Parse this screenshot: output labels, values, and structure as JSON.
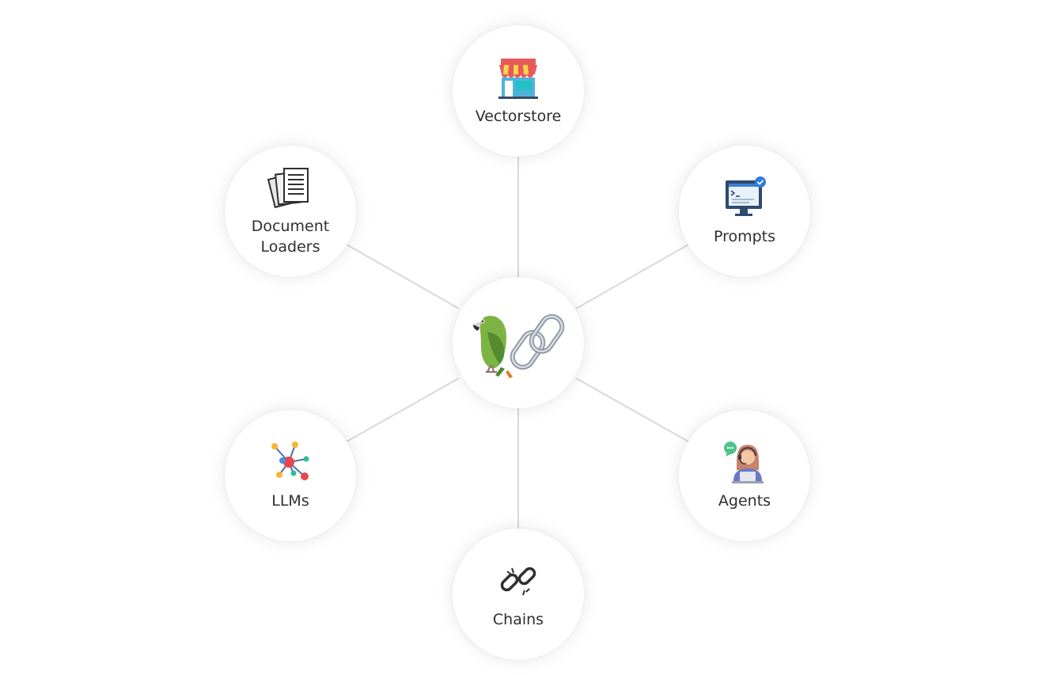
{
  "diagram": {
    "hub": {
      "icons": [
        "parrot-icon",
        "chain-link-icon"
      ]
    },
    "nodes": [
      {
        "id": "vectorstore",
        "label": "Vectorstore",
        "icon": "storefront-icon"
      },
      {
        "id": "document-loaders",
        "label": "Document\nLoaders",
        "icon": "documents-icon"
      },
      {
        "id": "prompts",
        "label": "Prompts",
        "icon": "monitor-code-icon"
      },
      {
        "id": "llms",
        "label": "LLMs",
        "icon": "network-nodes-icon"
      },
      {
        "id": "agents",
        "label": "Agents",
        "icon": "support-agent-icon"
      },
      {
        "id": "chains",
        "label": "Chains",
        "icon": "broken-chain-icon"
      }
    ]
  },
  "colors": {
    "connector": "#d9d9d9",
    "label_text": "#2f2f2f",
    "node_fill": "#ffffff"
  }
}
